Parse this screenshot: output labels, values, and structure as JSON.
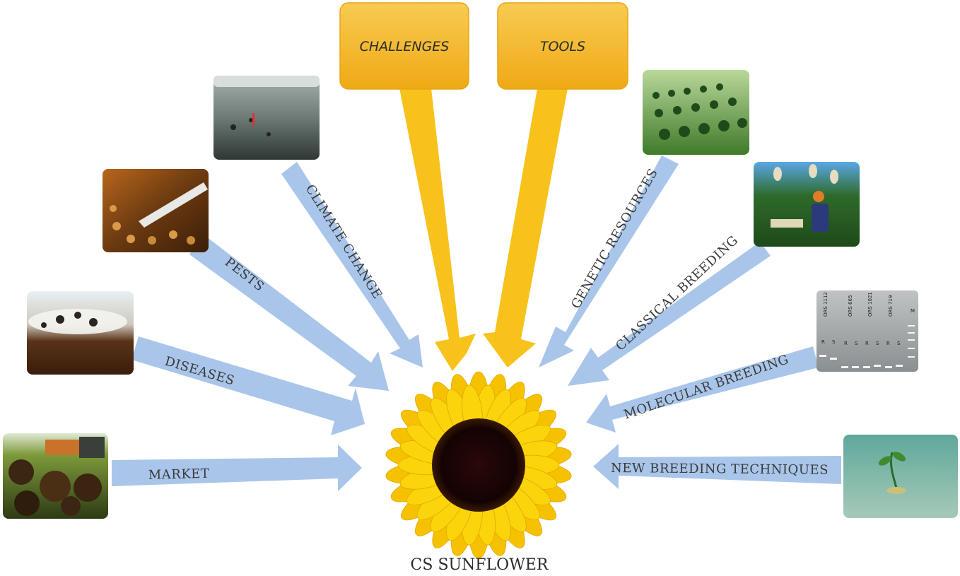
{
  "center": {
    "label": "CS SUNFLOWER"
  },
  "boxes": [
    {
      "label": "CHALLENGES"
    },
    {
      "label": "TOOLS"
    }
  ],
  "challenges": [
    {
      "label": "MARKET",
      "photo": "sunflower-field-harvest-photo"
    },
    {
      "label": "DISEASES",
      "photo": "diseased-sunflower-head-photo"
    },
    {
      "label": "PESTS",
      "photo": "pests-on-seeds-photo"
    },
    {
      "label": "CLIMATE CHANGE",
      "photo": "flooded-field-photo"
    }
  ],
  "tools": [
    {
      "label": "GENETIC RESOURCES",
      "photo": "field-trial-rows-photo"
    },
    {
      "label": "CLASSICAL BREEDING",
      "photo": "breeder-in-field-photo"
    },
    {
      "label": "MOLECULAR BREEDING",
      "photo": "pcr-gel-photo",
      "gel": {
        "lane_labels": [
          "ORS 1112",
          "ORS 665",
          "ORS 1021",
          "ORS 719",
          "M"
        ],
        "lane_letters": [
          "R",
          "S",
          "R",
          "S",
          "R",
          "S",
          "R",
          "S"
        ]
      }
    },
    {
      "label": "NEW BREEDING TECHNIQUES",
      "photo": "in-vitro-seedling-photo"
    }
  ],
  "colors": {
    "challenge_arrow": "#a9c6ea",
    "tool_arrow": "#f7c21b",
    "box_fill": "#f5bb30",
    "petal": "#fbd40c",
    "disk": "#1a0606"
  }
}
